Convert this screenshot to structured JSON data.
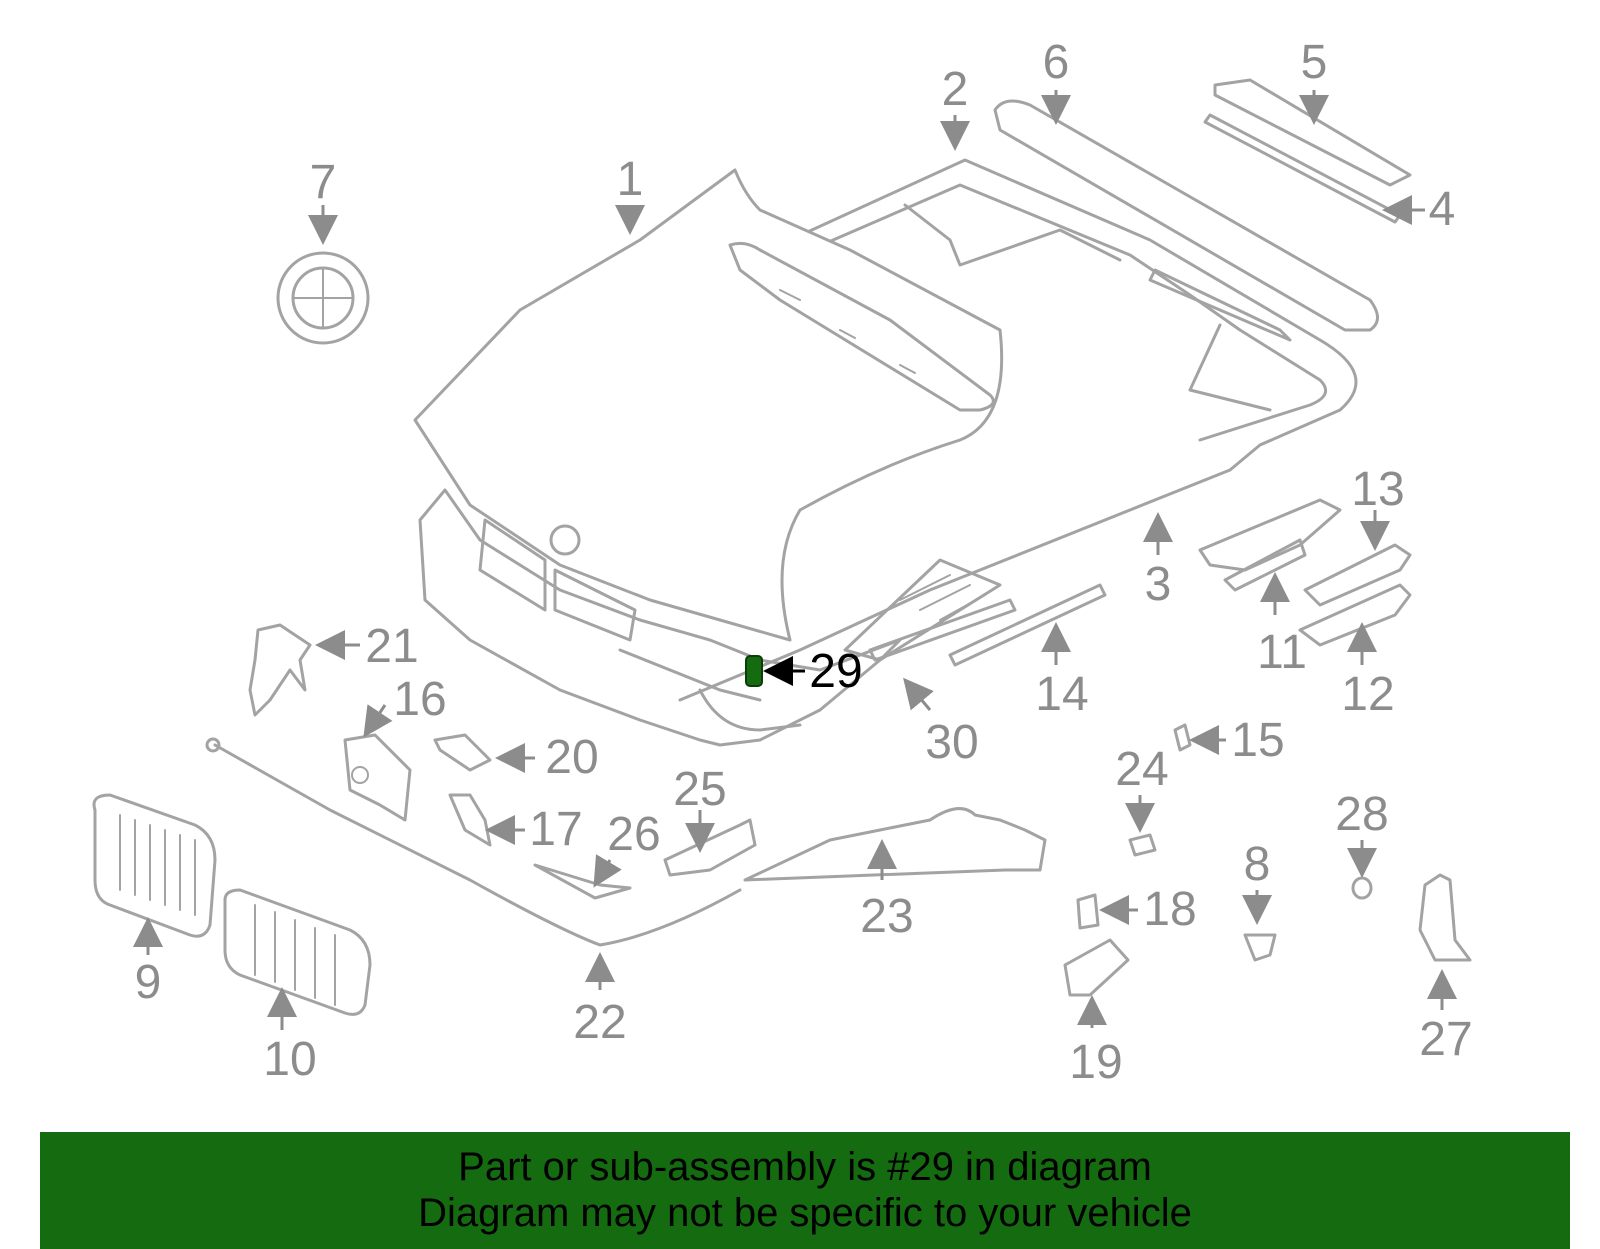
{
  "highlight_color": "#156b0f",
  "callouts": {
    "c1": "1",
    "c2": "2",
    "c3": "3",
    "c4": "4",
    "c5": "5",
    "c6": "6",
    "c7": "7",
    "c8": "8",
    "c9": "9",
    "c10": "10",
    "c11": "11",
    "c12": "12",
    "c13": "13",
    "c14": "14",
    "c15": "15",
    "c16": "16",
    "c17": "17",
    "c18": "18",
    "c19": "19",
    "c20": "20",
    "c21": "21",
    "c22": "22",
    "c23": "23",
    "c24": "24",
    "c25": "25",
    "c26": "26",
    "c27": "27",
    "c28": "28",
    "c29": "29",
    "c30": "30"
  },
  "banner": {
    "line1": "Part or sub-assembly is #29 in diagram",
    "line2": "Diagram may not be specific to your vehicle"
  }
}
